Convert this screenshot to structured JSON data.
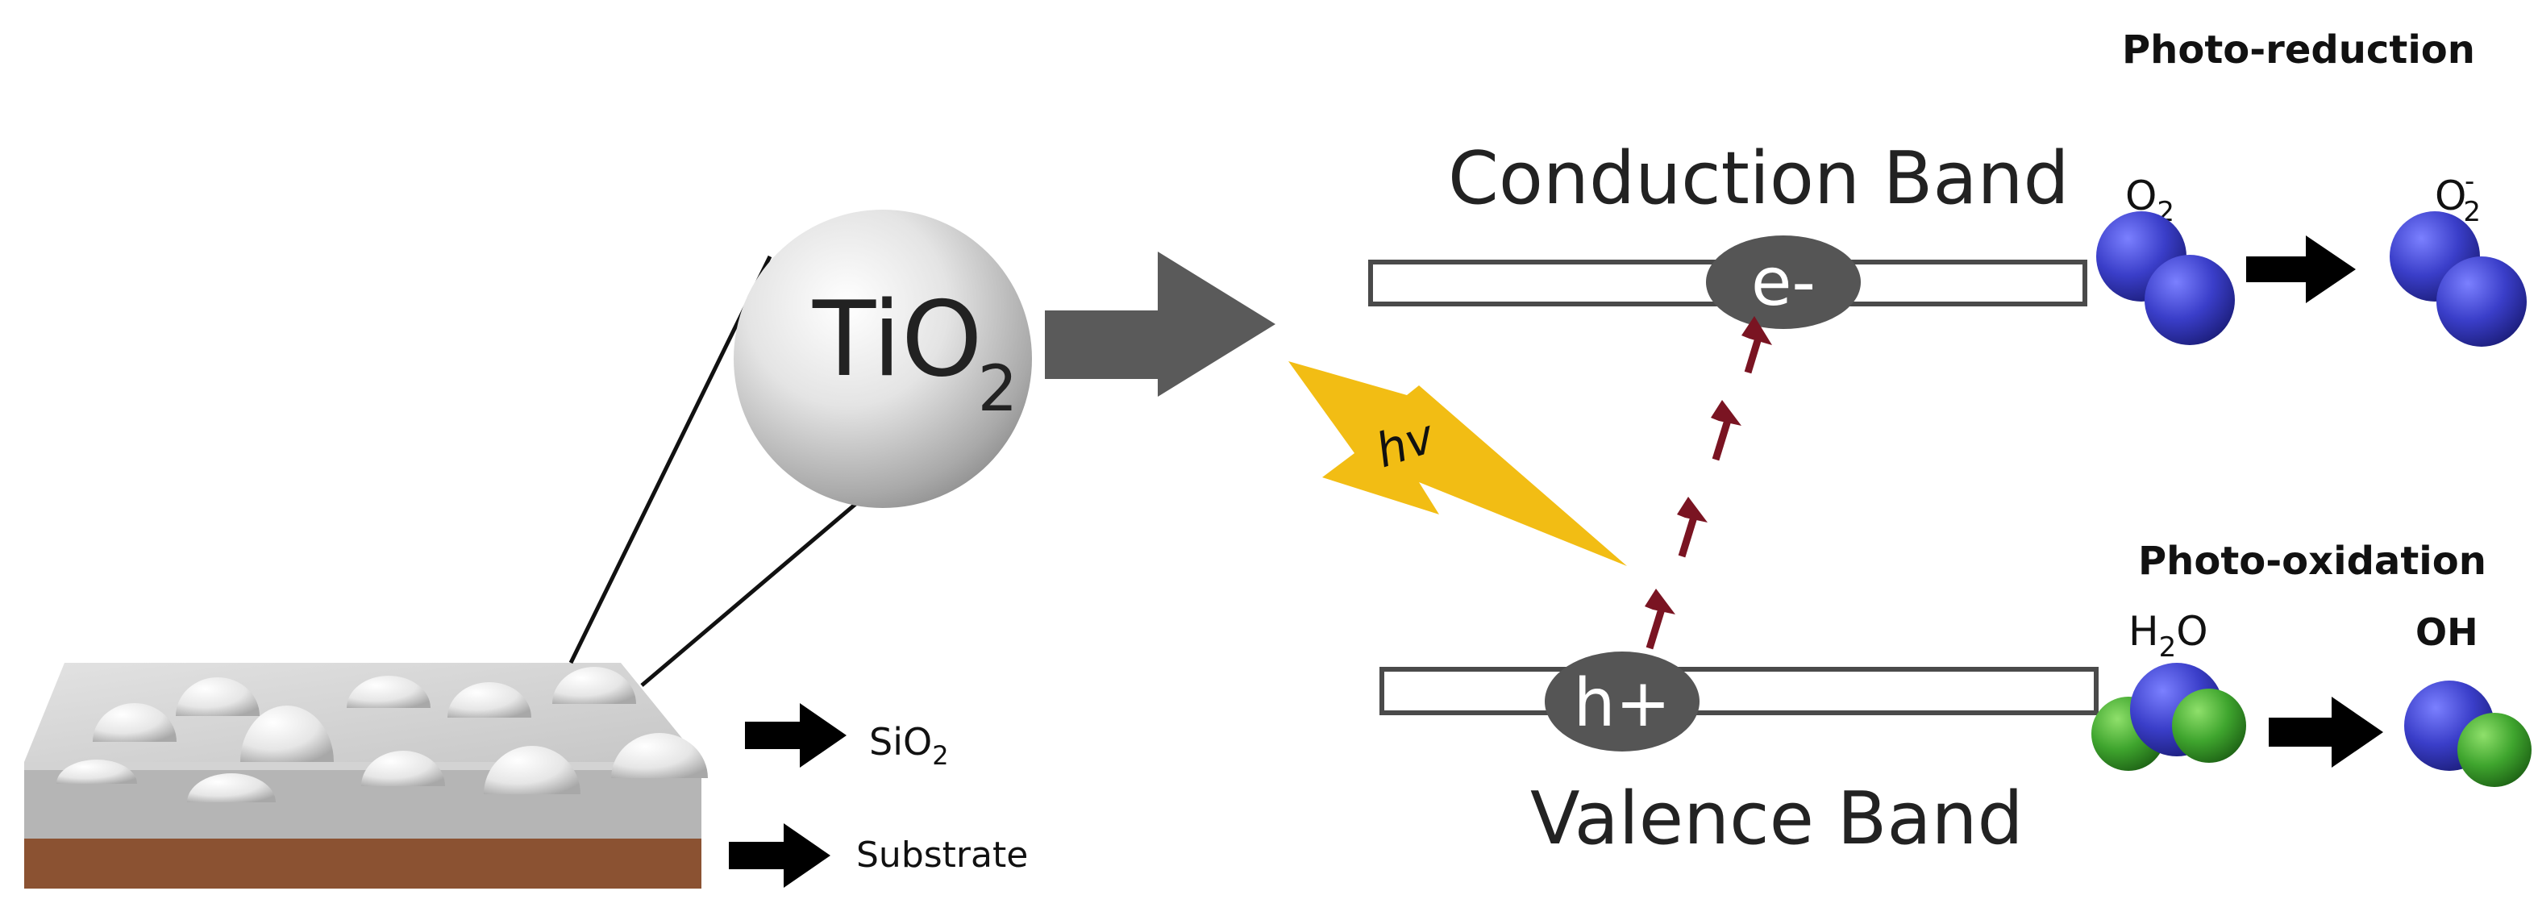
{
  "particle": {
    "label_main": "TiO",
    "label_sub": "2"
  },
  "legend": {
    "sio2_main": "SiO",
    "sio2_sub": "2",
    "substrate": "Substrate"
  },
  "light": {
    "label": "hv"
  },
  "bands": {
    "conduction": "Conduction Band",
    "valence": "Valence Band",
    "electron": "e-",
    "hole": "h+"
  },
  "reduction": {
    "title": "Photo-reduction",
    "reactant_main": "O",
    "reactant_sub": "2",
    "product_main": "O",
    "product_sub": "2",
    "product_sup": "-"
  },
  "oxidation": {
    "title": "Photo-oxidation",
    "reactant_main": "H",
    "reactant_sub": "2",
    "reactant_tail": "O",
    "product": "OH"
  },
  "colors": {
    "arrow_gray": "#5a5a5a",
    "lightning": "#f2bd14",
    "excitation_arrow": "#7a1422",
    "oxygen_atom": "#3438c0",
    "hydrogen_atom": "#3fa52e",
    "substrate": "#8b5232",
    "sio2_layer": "#b5b5b5"
  }
}
